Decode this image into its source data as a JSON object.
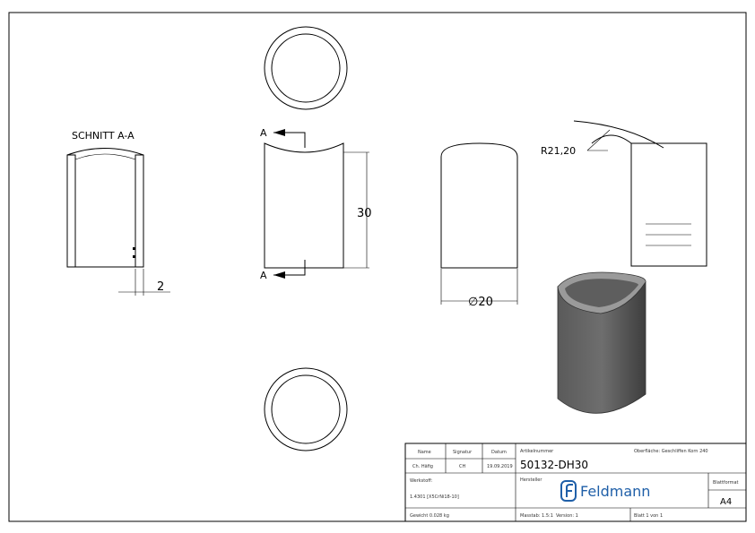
{
  "views": {
    "section_label": "SCHNITT A-A",
    "section_marker": "A",
    "dim_height": "30",
    "dim_wall": "2",
    "dim_diameter": "20",
    "diameter_symbol": "∅",
    "dim_radius": "R21,20"
  },
  "title_block": {
    "name_header": "Name",
    "signature_header": "Signatur",
    "date_header": "Datum",
    "name": "Ch. Häfig",
    "signature": "CH",
    "date": "19.09.2019",
    "article_label": "Artikelnummer",
    "article_number": "50132-DH30",
    "surface": "Oberfläche:  Geschliffen Korn 240",
    "material_label": "Werkstoff:",
    "material": "1.4301 [X5CrNi18-10]",
    "manufacturer_label": "Hersteller",
    "logo_text": "Feldmann",
    "format_label": "Blattformat",
    "format": "A4",
    "weight": "Gewicht 0.028 kg",
    "scale": "Masstab: 1.5:1",
    "version": "Version: 1",
    "sheet": "Blatt 1 von 1"
  },
  "colors": {
    "logo": "#1f5fa8",
    "shade_dark": "#4a4a4a",
    "shade_light": "#9a9a9a"
  }
}
